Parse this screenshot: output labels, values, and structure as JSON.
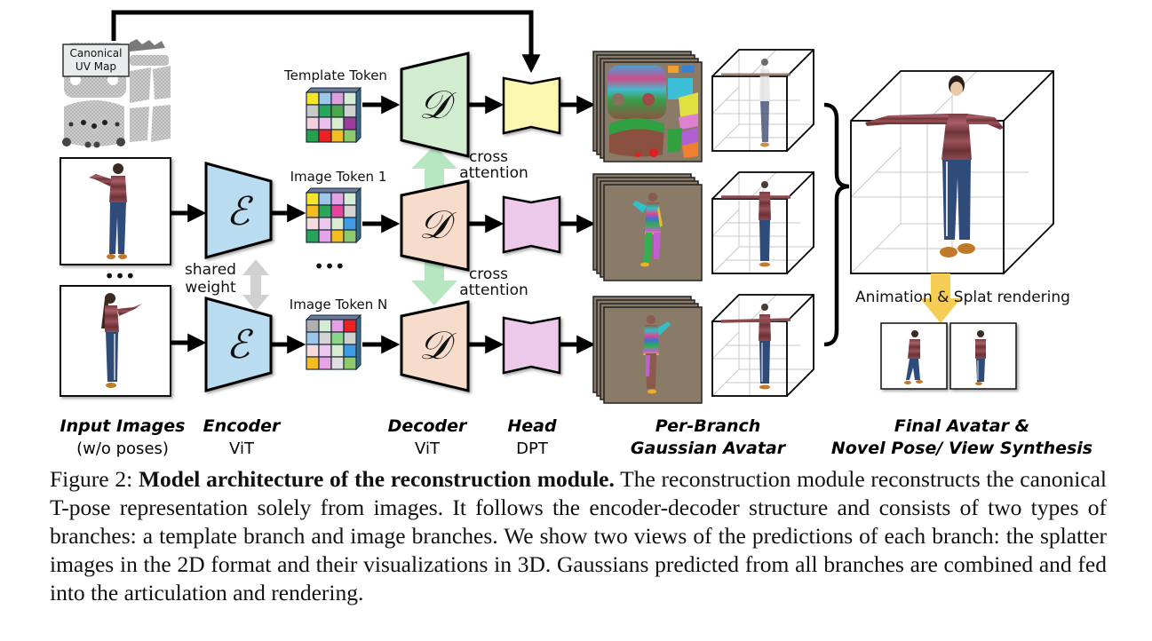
{
  "figure": {
    "uv_map_label_line1": "Canonical",
    "uv_map_label_line2": "UV Map",
    "template_token_label": "Template Token",
    "image_token_1_label": "Image Token 1",
    "image_token_n_label": "Image Token N",
    "ellipsis": "•••",
    "shared_weight_line1": "shared",
    "shared_weight_line2": "weight",
    "cross_attention_line1": "cross",
    "cross_attention_line2": "attention",
    "encoder_symbol": "ℰ",
    "decoder_symbol": "𝒟",
    "animation_label": "Animation & Splat rendering",
    "colors": {
      "encoder_fill": "#b9dcf0",
      "decoder_template_fill": "#d2ecd0",
      "decoder_image_fill": "#f8dccb",
      "head_template_fill": "#fbf7b0",
      "head_image_fill": "#ecc9ea",
      "cross_attention_arrow": "#b8e6c0",
      "shared_weight_arrow": "#d0d0d0",
      "render_arrow": "#f5cd55",
      "splatter_bg": "#8a7a68"
    },
    "token_grids": {
      "template": [
        "#f5e62a",
        "#9ec6ea",
        "#dca0dc",
        "#d6ecd4",
        "#c8c8c8",
        "#27a55a",
        "#4ca64c",
        "#d0d0d0",
        "#f4d0dc",
        "#ecc0ec",
        "#d8ecd0",
        "#9c3c9c",
        "#24a050",
        "#ee2020",
        "#f4bc20",
        "#8cca6c"
      ],
      "image1": [
        "#f5e62a",
        "#9ec6ea",
        "#e6a0e6",
        "#d6ecd4",
        "#f4bc20",
        "#2aa55a",
        "#e8449a",
        "#d4d4d4",
        "#f4dcdc",
        "#ecc8ec",
        "#d8ecd0",
        "#3c9ce6",
        "#26a55a",
        "#e6a4e6",
        "#f4bc20",
        "#8cca6c"
      ],
      "imageN": [
        "#b0b0b0",
        "#d6ecd4",
        "#e6a0e6",
        "#ee2020",
        "#9ec6ea",
        "#d4d4d4",
        "#8cd68c",
        "#d0d0d0",
        "#f4dcdc",
        "#ecc8ec",
        "#d8ecd0",
        "#3c9ce6",
        "#f4bc20",
        "#e6a4e6",
        "#e0e0e0",
        "#8cca6c"
      ]
    },
    "stages": [
      {
        "title": "Input Images",
        "subtitle": "(w/o poses)"
      },
      {
        "title": "Encoder",
        "subtitle": "ViT"
      },
      {
        "title": "Decoder",
        "subtitle": "ViT"
      },
      {
        "title": "Head",
        "subtitle": "DPT"
      },
      {
        "title": "Per-Branch",
        "subtitle": "Gaussian Avatar"
      },
      {
        "title": "Final Avatar &",
        "subtitle": "Novel Pose/ View Synthesis"
      }
    ]
  },
  "caption": {
    "label": "Figure 2:",
    "bold": "Model architecture of the reconstruction module.",
    "text": "The reconstruction module reconstructs the canonical T-pose representation solely from images. It follows the encoder-decoder structure and consists of two types of branches: a template branch and image branches. We show two views of the predictions of each branch: the splatter images in the 2D format and their visualizations in 3D. Gaussians predicted from all branches are combined and fed into the articulation and rendering."
  }
}
